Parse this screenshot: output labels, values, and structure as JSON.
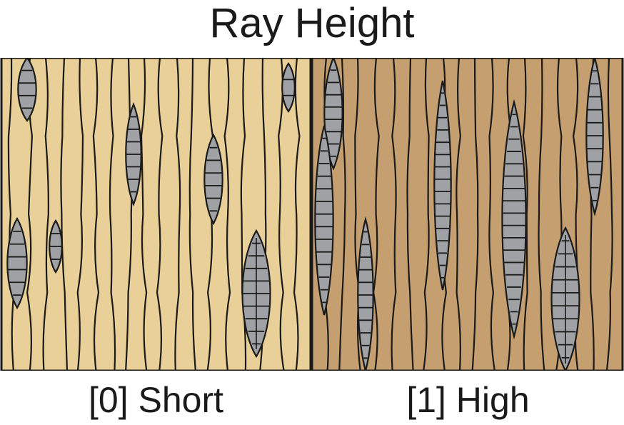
{
  "title": "Ray Height",
  "panels": [
    {
      "label": "[0] Short",
      "fill": "#e9cf98"
    },
    {
      "label": "[1] High",
      "fill": "#c59f6f"
    }
  ],
  "colors": {
    "ray_fill": "#a0a1a4",
    "stroke": "#1a1a1a"
  }
}
